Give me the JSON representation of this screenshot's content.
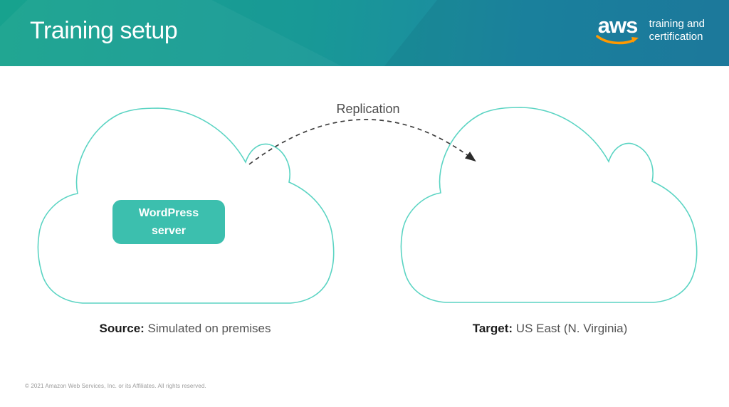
{
  "header": {
    "title": "Training setup",
    "logo": {
      "wordmark": "aws",
      "tagline_line1": "training and",
      "tagline_line2": "certification"
    }
  },
  "diagram": {
    "replication_label": "Replication",
    "source_cloud": {
      "node_label": "WordPress server",
      "caption_prefix": "Source:",
      "caption_text": " Simulated on premises"
    },
    "target_cloud": {
      "caption_prefix": "Target:",
      "caption_text": " US East (N. Virginia)"
    }
  },
  "footer": {
    "copyright": "© 2021 Amazon Web Services, Inc. or its Affiliates. All rights reserved."
  },
  "colors": {
    "header_gradient_start": "#17a28e",
    "header_gradient_end": "#1f80a3",
    "cloud_outline": "#5bd4c3",
    "node_fill": "#3cbfae",
    "aws_smile_orange": "#ff9900",
    "arrow_dark": "#3d3d3d",
    "caption_dark": "#1c1c1c",
    "caption_gray": "#545454"
  }
}
